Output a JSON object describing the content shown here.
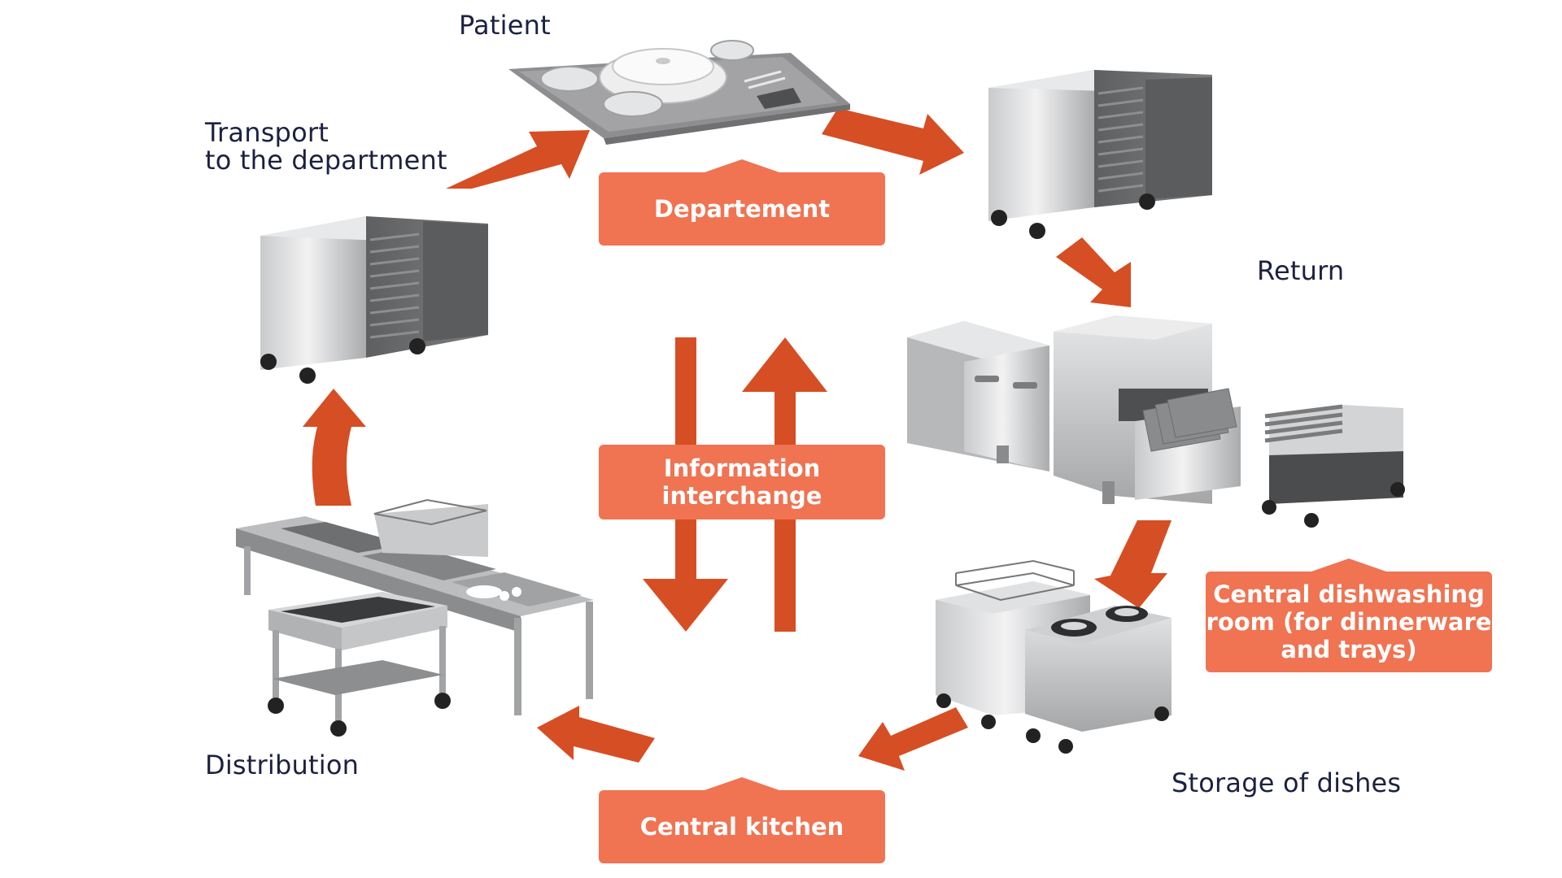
{
  "labels": {
    "patient": "Patient",
    "transport_line1": "Transport",
    "transport_line2": "to the department",
    "return": "Return",
    "distribution": "Distribution",
    "storage": "Storage of dishes"
  },
  "boxes": {
    "department": "Departement",
    "info_line1": "Information",
    "info_line2": "interchange",
    "dish_line1": "Central dishwashing",
    "dish_line2": "room (for dinnerware",
    "dish_line3": "and trays)",
    "kitchen": "Central kitchen"
  },
  "colors": {
    "arrow": "#d64e23",
    "box": "#f07352",
    "text": "#1b2140",
    "steel_light": "#d9dadb",
    "steel_dark": "#6d6e70"
  }
}
